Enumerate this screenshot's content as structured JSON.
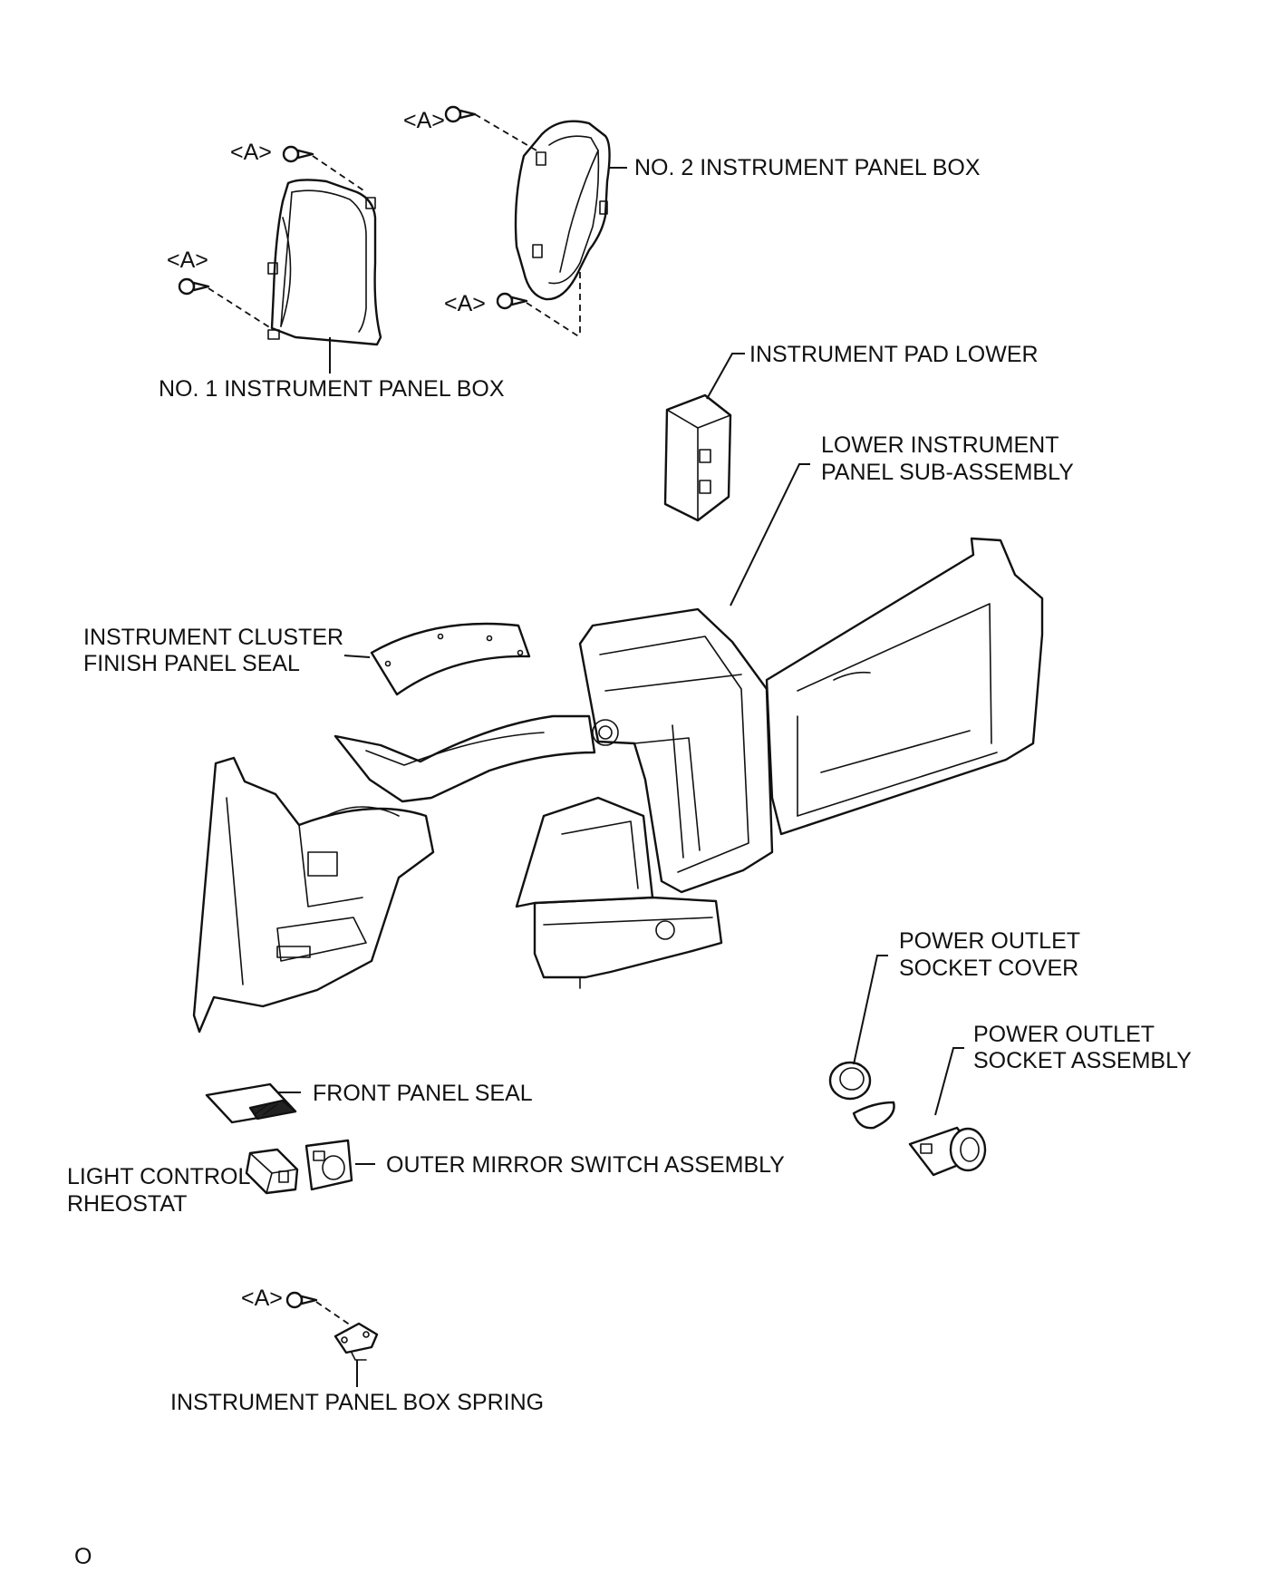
{
  "labels": {
    "no2_box": "NO. 2 INSTRUMENT PANEL BOX",
    "no1_box": "NO. 1 INSTRUMENT PANEL BOX",
    "pad_lower": "INSTRUMENT PAD LOWER",
    "lower_panel_1": "LOWER INSTRUMENT",
    "lower_panel_2": "PANEL SUB-ASSEMBLY",
    "cluster_seal_1": "INSTRUMENT CLUSTER",
    "cluster_seal_2": "FINISH PANEL SEAL",
    "socket_cover_1": "POWER OUTLET",
    "socket_cover_2": "SOCKET COVER",
    "socket_assy_1": "POWER OUTLET",
    "socket_assy_2": "SOCKET ASSEMBLY",
    "front_seal": "FRONT PANEL SEAL",
    "mirror_switch": "OUTER MIRROR SWITCH ASSEMBLY",
    "rheostat_1": "LIGHT CONTROL",
    "rheostat_2": "RHEOSTAT",
    "box_spring": "INSTRUMENT PANEL BOX SPRING",
    "fastener_mark": "<A>",
    "page_mark": "O"
  }
}
